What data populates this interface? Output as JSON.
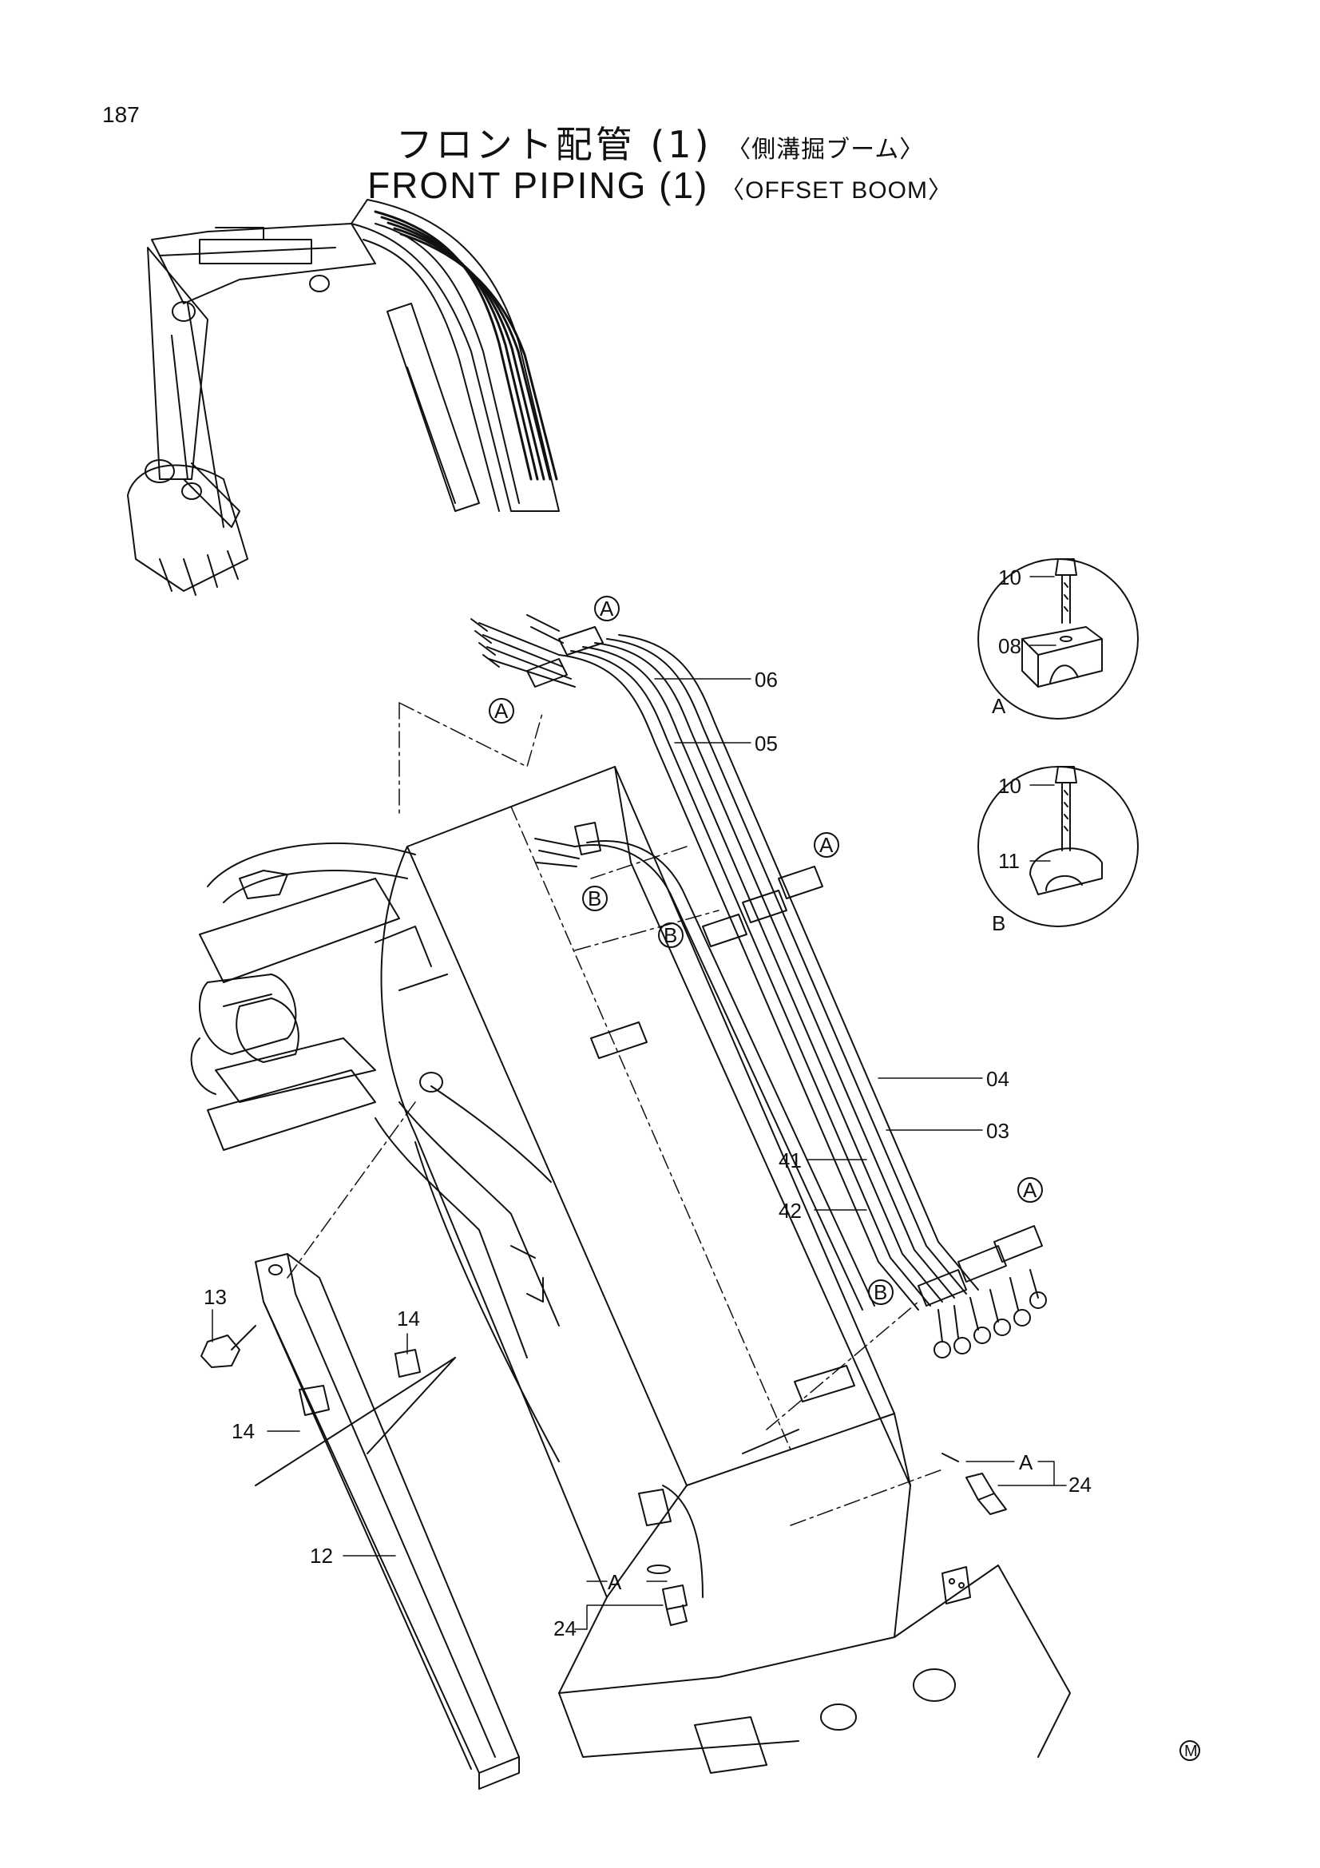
{
  "page_number": "187",
  "title_jp": {
    "main": "フロント配管 (1)",
    "sub": "〈側溝掘ブーム〉"
  },
  "title_en": {
    "main": "FRONT PIPING (1)",
    "sub": "〈OFFSET BOOM〉"
  },
  "part_labels": {
    "p06": "06",
    "p05": "05",
    "p04": "04",
    "p03": "03",
    "p41": "41",
    "p42": "42",
    "p13": "13",
    "p14a": "14",
    "p14b": "14",
    "p12": "12",
    "p24a": "24",
    "p24b": "24",
    "p10a": "10",
    "p08": "08",
    "p10b": "10",
    "p11": "11"
  },
  "callouts": {
    "a1": "A",
    "a2": "A",
    "a3": "A",
    "a4": "A",
    "b1": "B",
    "b2": "B",
    "b3": "B",
    "bracketA1": "A",
    "bracketA2": "A"
  },
  "detail_views": {
    "A": "A",
    "B": "B"
  },
  "corner_mark": "M"
}
